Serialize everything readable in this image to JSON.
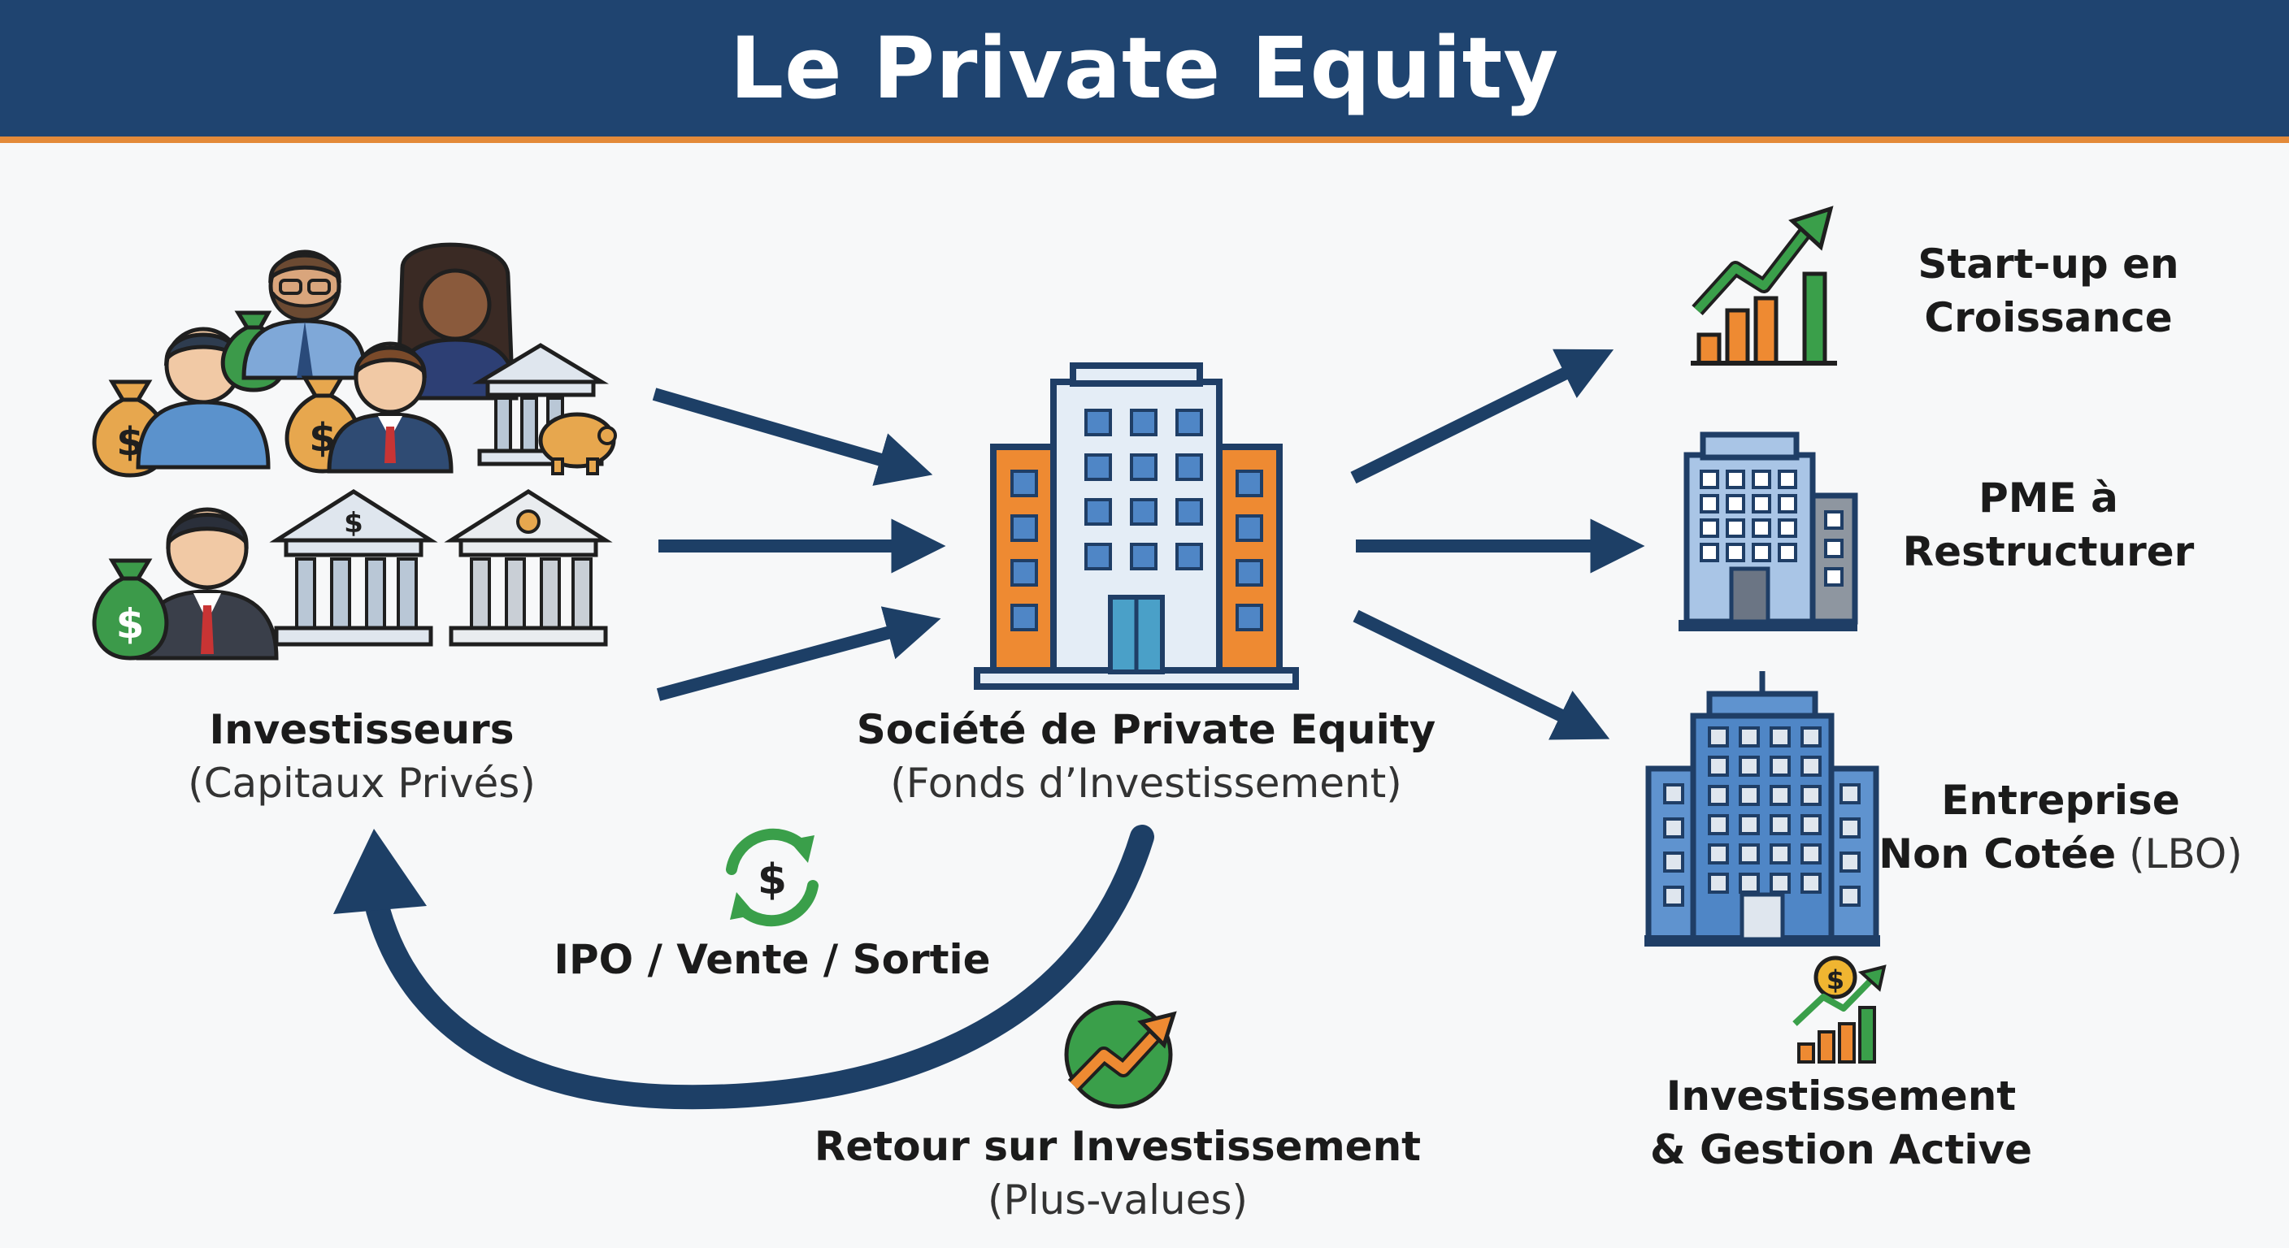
{
  "title": "Le Private Equity",
  "colors": {
    "header": "#1f4470",
    "accent": "#e38a3a",
    "arrow": "#1d3f66",
    "building_orange": "#ee8a32",
    "green": "#3a9f4a",
    "blue": "#4f86c6"
  },
  "nodes": {
    "investors": {
      "title": "Investisseurs",
      "subtitle": "(Capitaux Privés)"
    },
    "firm": {
      "title": "Société de Private Equity",
      "subtitle": "(Fonds d’Investissement)"
    },
    "startup": {
      "line1": "Start-up en",
      "line2": "Croissance"
    },
    "pme": {
      "line1": "PME à",
      "line2": "Restructurer"
    },
    "unlisted": {
      "line1": "Entreprise",
      "line2": "Non Cotée",
      "suffix": "(LBO)"
    },
    "management": {
      "line1": "Investissement",
      "line2": "& Gestion Active"
    }
  },
  "flows": {
    "exit": "IPO / Vente / Sortie",
    "return_title": "Retour sur Investissement",
    "return_subtitle": "(Plus-values)"
  },
  "icons": {
    "investor_group": [
      "money-bag-icon",
      "person-icon",
      "bank-icon",
      "piggy-bank-icon"
    ],
    "firm": "office-building-icon",
    "startup": "growth-chart-icon",
    "pme": "building-icon",
    "unlisted": "corporate-tower-icon",
    "management": "investment-growth-icon",
    "exit": "dollar-cycle-icon",
    "return": "trend-up-icon"
  }
}
